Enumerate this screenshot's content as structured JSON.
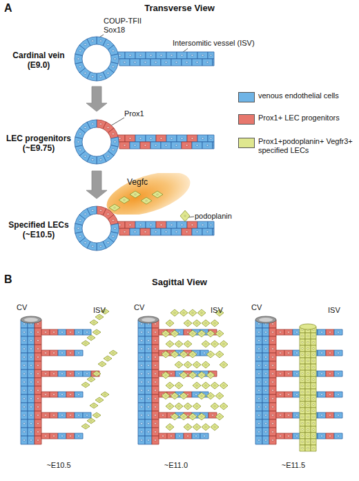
{
  "diagram": {
    "nodes": [
      {
        "text": [
          "Vegfc"
        ]
      }
    ],
    "labels": [
      "A",
      "Transverse View",
      "COUP-TFII",
      "Sox18",
      "Intersomitic vessel (ISV)",
      "Cardinal vein (E9.0)",
      "Prox1",
      "LEC progenitors (~E9.75)",
      "podoplanin",
      "Specified LECs (~E10.5)",
      "B",
      "Sagittal View",
      "CV",
      "ISV",
      "CV",
      "ISV",
      "CV",
      "ISV",
      "~E10.5",
      "~E11.0",
      "~E11.5"
    ],
    "legend": [
      {
        "text": "venous endothelial cells",
        "color": "#6fb4e6"
      },
      {
        "text": "Prox1+ LEC progenitors",
        "color": "#e7776d"
      },
      {
        "text": "Prox1+podoplanin+ Vegfr3+ specified LECs",
        "color": "#dfe78f"
      }
    ]
  }
}
